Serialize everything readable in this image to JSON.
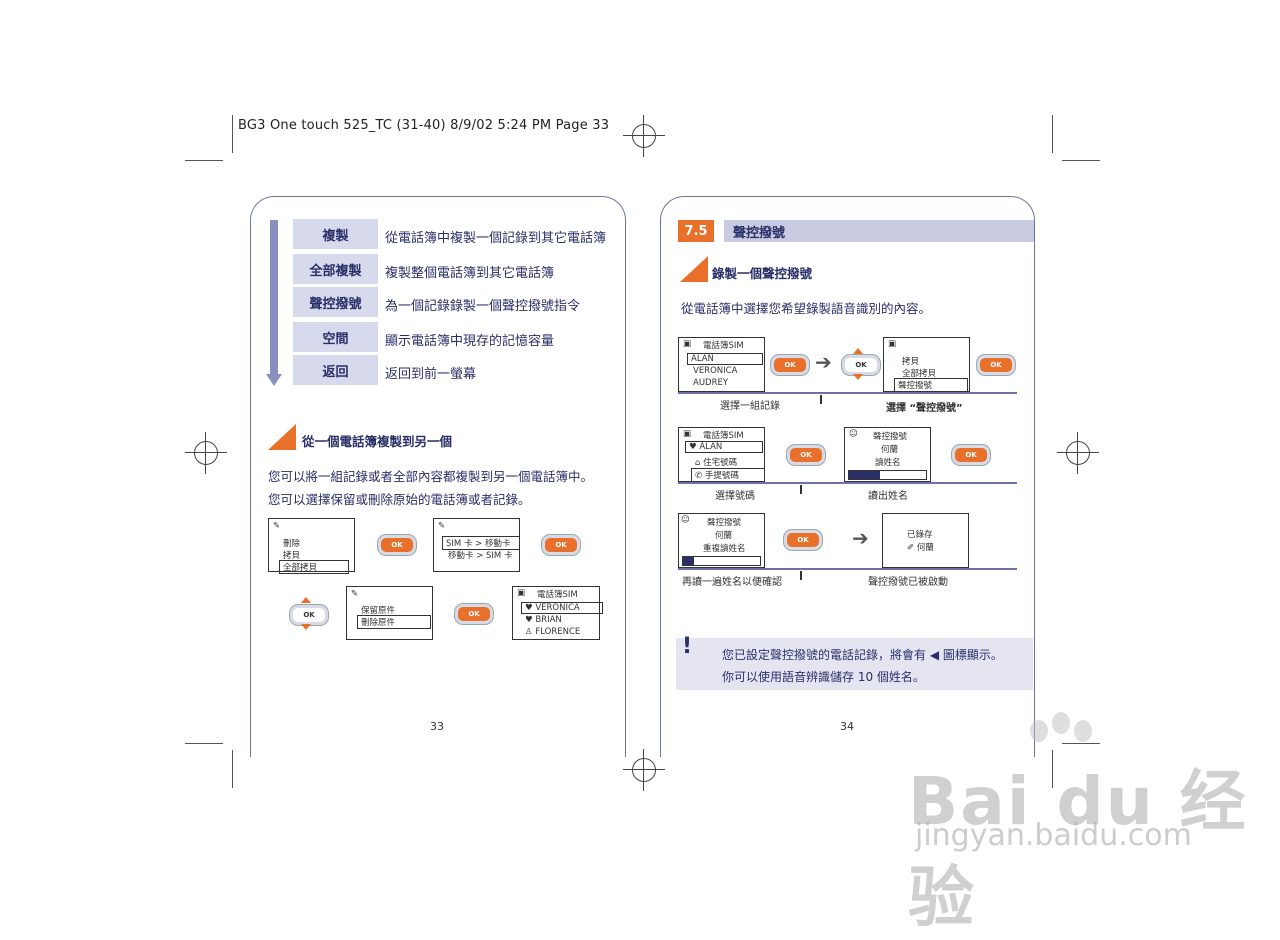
{
  "print_header": "BG3 One touch 525_TC (31-40)  8/9/02  5:24 PM  Page 33",
  "left_page": {
    "menu": [
      {
        "key": "複製",
        "desc": "從電話簿中複製一個記錄到其它電話簿"
      },
      {
        "key": "全部複製",
        "desc": "複製整個電話簿到其它電話簿"
      },
      {
        "key": "聲控撥號",
        "desc": "為一個記錄錄製一個聲控撥號指令"
      },
      {
        "key": "空間",
        "desc": "顯示電話簿中現存的記憶容量"
      },
      {
        "key": "返回",
        "desc": "返回到前一螢幕"
      }
    ],
    "section_title": "從一個電話簿複製到另一個",
    "body_lines": [
      "您可以將一組記錄或者全部內容都複製到另一個電話簿中。",
      "您可以選擇保留或刪除原始的電話簿或者記錄。"
    ],
    "screen1": {
      "items": [
        "刪除",
        "拷貝",
        "全部拷貝"
      ]
    },
    "screen2": {
      "items": [
        "SIM 卡 > 移動卡",
        "移動卡 > SIM 卡"
      ]
    },
    "screen3": {
      "items": [
        "保留原件",
        "刪除原件"
      ]
    },
    "screen4": {
      "title": "電話簿SIM",
      "items": [
        "VERONICA",
        "BRIAN",
        "FLORENCE"
      ]
    },
    "ok_label": "OK",
    "page_number": "33"
  },
  "right_page": {
    "chapter_number": "7.5",
    "chapter_title": "聲控撥號",
    "section_title": "錄製一個聲控撥號",
    "intro": "從電話簿中選擇您希望錄製語音識別的內容。",
    "row1": {
      "screenA_title": "電話簿SIM",
      "screenA_items": [
        "ALAN",
        "VERONICA",
        "AUDREY"
      ],
      "screenB_items": [
        "拷貝",
        "全部拷貝",
        "聲控撥號"
      ],
      "caption_left": "選擇一組記錄",
      "caption_right": "選擇 “聲控撥號”"
    },
    "row2": {
      "screenA_title": "電話簿SIM",
      "screenA_items": [
        "ALAN",
        "住宅號碼",
        "手提號碼"
      ],
      "screenB_items": [
        "聲控撥號",
        "何蘭",
        "讀姓名"
      ],
      "caption_left": "選擇號碼",
      "caption_right": "讀出姓名"
    },
    "row3": {
      "screenA_items": [
        "聲控撥號",
        "何蘭",
        "重複讀姓名"
      ],
      "screenB_items": [
        "已錄存",
        "何蘭"
      ],
      "caption_left": "再讀一遍姓名以便確認",
      "caption_right": "聲控撥號已被啟動"
    },
    "note_lines": [
      "您已設定聲控撥號的電話記錄，將會有 ◀ 圖標顯示。",
      "你可以使用語音辨識儲存 10 個姓名。"
    ],
    "note_mark": "!",
    "ok_label": "OK",
    "page_number": "34"
  },
  "watermark": {
    "brand": "Bai du 经验",
    "url": "jingyan.baidu.com"
  }
}
